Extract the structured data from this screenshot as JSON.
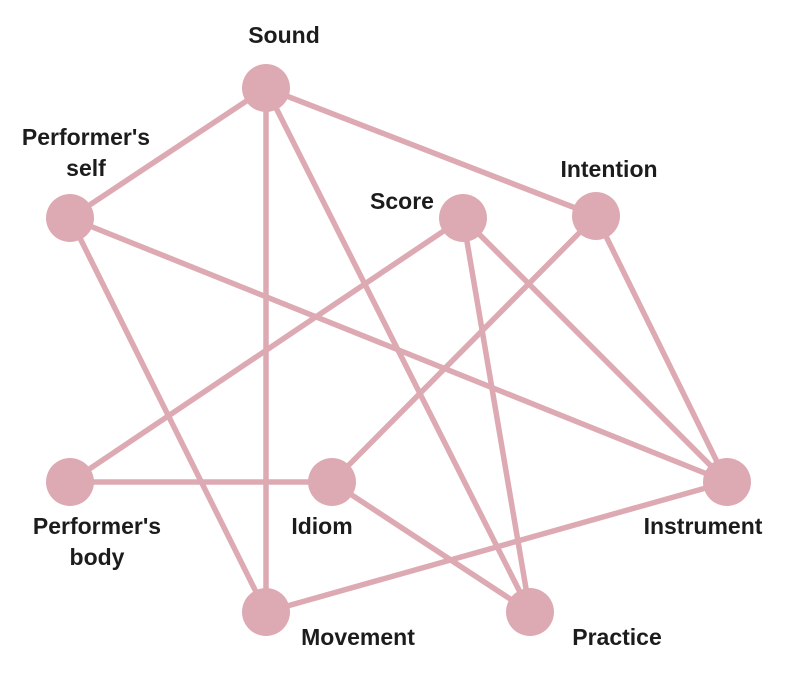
{
  "diagram": {
    "colors": {
      "edge": "#ddaab3",
      "node": "#ddaab3",
      "text": "#1c1c1c",
      "background": "#ffffff"
    },
    "nodes": [
      {
        "id": "sound",
        "label_lines": [
          "Sound"
        ]
      },
      {
        "id": "performers-self",
        "label_lines": [
          "Performer's",
          "self"
        ]
      },
      {
        "id": "score",
        "label_lines": [
          "Score"
        ]
      },
      {
        "id": "intention",
        "label_lines": [
          "Intention"
        ]
      },
      {
        "id": "performers-body",
        "label_lines": [
          "Performer's",
          "body"
        ]
      },
      {
        "id": "idiom",
        "label_lines": [
          "Idiom"
        ]
      },
      {
        "id": "instrument",
        "label_lines": [
          "Instrument"
        ]
      },
      {
        "id": "movement",
        "label_lines": [
          "Movement"
        ]
      },
      {
        "id": "practice",
        "label_lines": [
          "Practice"
        ]
      }
    ],
    "edges": [
      [
        "sound",
        "performers-self"
      ],
      [
        "sound",
        "intention"
      ],
      [
        "sound",
        "movement"
      ],
      [
        "sound",
        "practice"
      ],
      [
        "performers-self",
        "instrument"
      ],
      [
        "performers-self",
        "movement"
      ],
      [
        "score",
        "performers-body"
      ],
      [
        "score",
        "instrument"
      ],
      [
        "score",
        "practice"
      ],
      [
        "intention",
        "idiom"
      ],
      [
        "intention",
        "instrument"
      ],
      [
        "performers-body",
        "idiom"
      ],
      [
        "idiom",
        "practice"
      ],
      [
        "movement",
        "instrument"
      ]
    ]
  }
}
